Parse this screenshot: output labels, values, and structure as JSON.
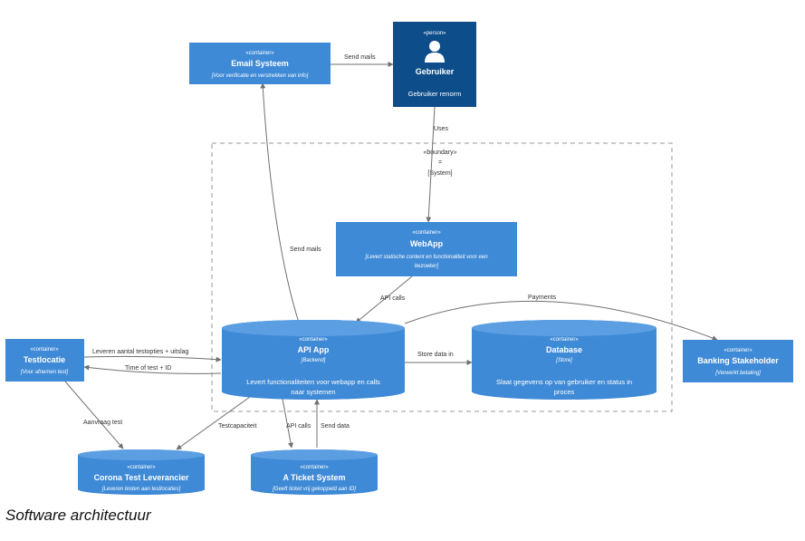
{
  "colors": {
    "container": "#3f8ad6",
    "person": "#0d4d8a",
    "edge": "#707070",
    "boundary": "#9a9a9a"
  },
  "caption": "Software architectuur",
  "boundary": {
    "line1": "«boundary»",
    "line2": "=",
    "line3": "[System]"
  },
  "nodes": {
    "email": {
      "stereotype": "«container»",
      "title": "Email Systeem",
      "tech": "[Voor verificatie en verstrekken van info]"
    },
    "user": {
      "stereotype": "«person»",
      "title": "Gebruiker",
      "desc": "Gebruiker renorm",
      "icon": "person-icon"
    },
    "webapp": {
      "stereotype": "«container»",
      "title": "WebApp",
      "tech1": "[Levert statische content en functionaliteit voor een",
      "tech2": "bezoeker]"
    },
    "testlocatie": {
      "stereotype": "«container»",
      "title": "Testlocatie",
      "tech": "[Voor afnemen test]"
    },
    "api": {
      "stereotype": "«container»",
      "title": "API App",
      "tech": "[Backend]",
      "desc1": "Levert functionaliteiten voor webapp en calls",
      "desc2": "naar systemen"
    },
    "database": {
      "stereotype": "«container»",
      "title": "Database",
      "tech": "[Store]",
      "desc1": "Slaat gegevens op van gebruiker en status in",
      "desc2": "proces"
    },
    "banking": {
      "stereotype": "«container»",
      "title": "Banking Stakeholder",
      "tech": "[Verwerkt betaling]"
    },
    "corona": {
      "stereotype": "«container»",
      "title": "Corona Test Leverancier",
      "tech": "[Leveren testen aan testlocaties]"
    },
    "ticket": {
      "stereotype": "«container»",
      "title": "A Ticket System",
      "tech": "[Geeft ticket vrij gekoppeld aan ID]"
    }
  },
  "edges": {
    "send_mails_top": "Send mails",
    "uses": "Uses",
    "send_mails_api": "Send mails",
    "api_calls_web": "API calls",
    "payments": "Payments",
    "leveren": "Leveren aantal testopties + uitslag",
    "time_of_test": "Time of test + ID",
    "store_data": "Store data in",
    "aanvraag": "Aanvraag test",
    "testcapaciteit": "Testcapaciteit",
    "api_calls_ticket": "API calls",
    "send_data": "Send data"
  }
}
